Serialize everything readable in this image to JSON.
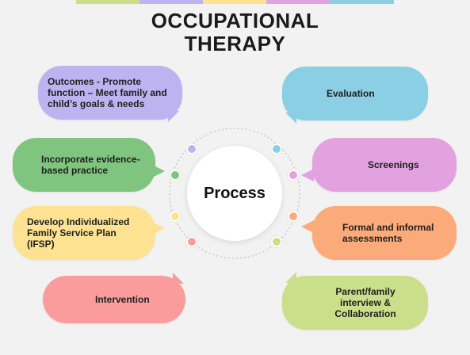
{
  "title": {
    "line1": "OCCUPATIONAL",
    "line2": "THERAPY"
  },
  "center": {
    "label": "Process"
  },
  "colors": {
    "purple": "#bdb3f1",
    "green": "#7fc47f",
    "yellow": "#fde391",
    "red": "#fb9c9c",
    "blue": "#8acfe4",
    "pink": "#e2a2df",
    "orange": "#fbab7a",
    "lime": "#cbdf8a",
    "ring": "#c8c8c8"
  },
  "steps": {
    "outcomes": "Outcomes - Promote function – Meet family and child’s goals & needs",
    "evidence": "Incorporate evidence-based practice",
    "ifsp": "Develop Individualized Family Service Plan (IFSP)",
    "intervention": "Intervention",
    "evaluation": "Evaluation",
    "screenings": "Screenings",
    "assessments": "Formal and informal assessments",
    "interview": "Parent/family interview & Collaboration"
  }
}
